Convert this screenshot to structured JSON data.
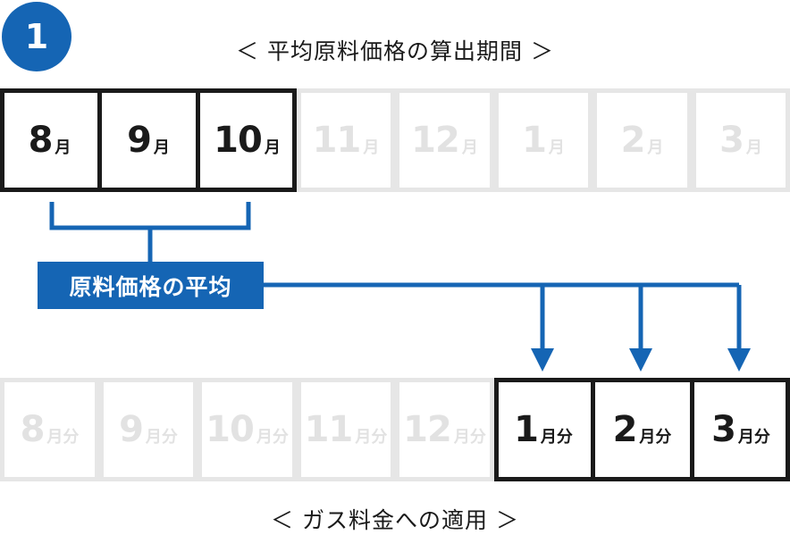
{
  "colors": {
    "accent": "#1565b4",
    "active_border": "#1a1a1a",
    "faded_border": "#e6e6e6",
    "faded_text": "#e2e2e2"
  },
  "badge": {
    "number": "1"
  },
  "top_title": "＜ 平均原料価格の算出期間 ＞",
  "top_months": [
    {
      "num": "8",
      "unit": "月",
      "active": true
    },
    {
      "num": "9",
      "unit": "月",
      "active": true
    },
    {
      "num": "10",
      "unit": "月",
      "active": true
    },
    {
      "num": "11",
      "unit": "月",
      "active": false
    },
    {
      "num": "12",
      "unit": "月",
      "active": false
    },
    {
      "num": "1",
      "unit": "月",
      "active": false
    },
    {
      "num": "2",
      "unit": "月",
      "active": false
    },
    {
      "num": "3",
      "unit": "月",
      "active": false
    }
  ],
  "average_label": "原料価格の平均",
  "bottom_months": [
    {
      "num": "8",
      "unit": "月分",
      "active": false
    },
    {
      "num": "9",
      "unit": "月分",
      "active": false
    },
    {
      "num": "10",
      "unit": "月分",
      "active": false
    },
    {
      "num": "11",
      "unit": "月分",
      "active": false
    },
    {
      "num": "12",
      "unit": "月分",
      "active": false
    },
    {
      "num": "1",
      "unit": "月分",
      "active": true
    },
    {
      "num": "2",
      "unit": "月分",
      "active": true
    },
    {
      "num": "3",
      "unit": "月分",
      "active": true
    }
  ],
  "bottom_title": "＜ ガス料金への適用 ＞"
}
